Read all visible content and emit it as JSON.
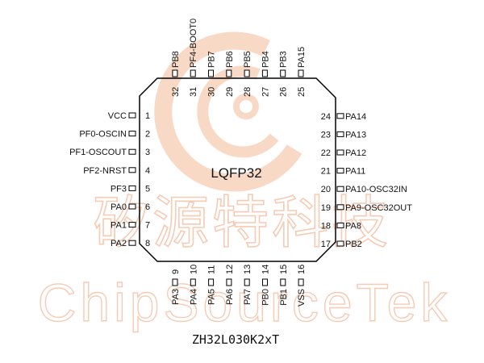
{
  "package": "LQFP32",
  "part_number": "ZH32L030K2xT",
  "watermark": {
    "logo": "chipsourcetek-logo",
    "cn": "矽源特科技",
    "en": "ChipSourceTek"
  },
  "pins": {
    "left": [
      {
        "num": "1",
        "label": "VCC"
      },
      {
        "num": "2",
        "label": "PF0-OSCIN"
      },
      {
        "num": "3",
        "label": "PF1-OSCOUT"
      },
      {
        "num": "4",
        "label": "PF2-NRST"
      },
      {
        "num": "5",
        "label": "PF3"
      },
      {
        "num": "6",
        "label": "PA0"
      },
      {
        "num": "7",
        "label": "PA1"
      },
      {
        "num": "8",
        "label": "PA2"
      }
    ],
    "bottom": [
      {
        "num": "9",
        "label": "PA3"
      },
      {
        "num": "10",
        "label": "PA4"
      },
      {
        "num": "11",
        "label": "PA5"
      },
      {
        "num": "12",
        "label": "PA6"
      },
      {
        "num": "13",
        "label": "PA7"
      },
      {
        "num": "14",
        "label": "PB0"
      },
      {
        "num": "15",
        "label": "PB1"
      },
      {
        "num": "16",
        "label": "VSS"
      }
    ],
    "right": [
      {
        "num": "17",
        "label": "PB2"
      },
      {
        "num": "18",
        "label": "PA8"
      },
      {
        "num": "19",
        "label": "PA9-OSC32OUT"
      },
      {
        "num": "20",
        "label": "PA10-OSC32IN"
      },
      {
        "num": "21",
        "label": "PA11"
      },
      {
        "num": "22",
        "label": "PA12"
      },
      {
        "num": "23",
        "label": "PA13"
      },
      {
        "num": "24",
        "label": "PA14"
      }
    ],
    "top": [
      {
        "num": "25",
        "label": "PA15"
      },
      {
        "num": "26",
        "label": "PB3"
      },
      {
        "num": "27",
        "label": "PB4"
      },
      {
        "num": "28",
        "label": "PB5"
      },
      {
        "num": "29",
        "label": "PB6"
      },
      {
        "num": "30",
        "label": "PB7"
      },
      {
        "num": "31",
        "label": "PF4-BOOT0"
      },
      {
        "num": "32",
        "label": "PB8"
      }
    ]
  }
}
